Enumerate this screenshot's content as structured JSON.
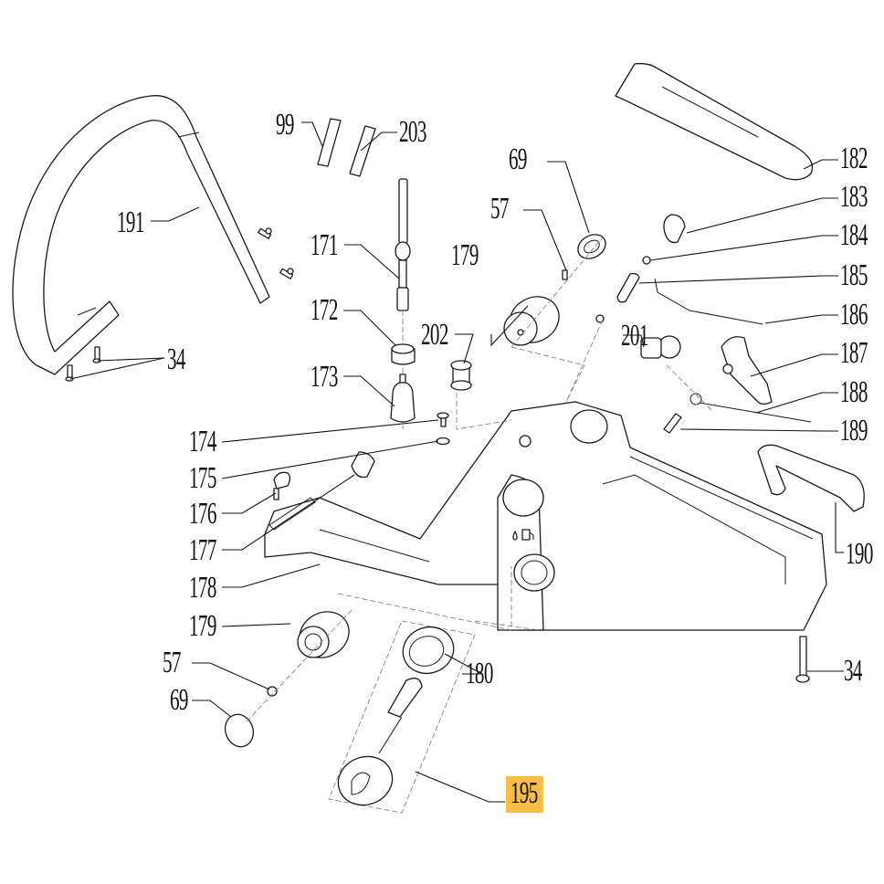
{
  "diagram": {
    "type": "exploded-parts-diagram",
    "subject": "Chainsaw rear handle / fuel tank housing assembly",
    "highlight_color": "#F9BC45",
    "highlighted_part": "195",
    "parts": {
      "p99": "99",
      "p203": "203",
      "p191": "191",
      "p34a": "34",
      "p171": "171",
      "p172": "172",
      "p173": "173",
      "p174": "174",
      "p175": "175",
      "p176": "176",
      "p177": "177",
      "p178": "178",
      "p179a": "179",
      "p57a": "57",
      "p69a": "69",
      "p202": "202",
      "p69b": "69",
      "p57b": "57",
      "p179b": "179",
      "p201": "201",
      "p182": "182",
      "p183": "183",
      "p184": "184",
      "p185": "185",
      "p186": "186",
      "p187": "187",
      "p188": "188",
      "p189": "189",
      "p190": "190",
      "p34b": "34",
      "p180": "180",
      "p195": "195"
    },
    "icons": {
      "fuel_pump_symbol": "fuel-pump-icon",
      "oil_drop_symbol": "oil-drop-icon"
    }
  }
}
